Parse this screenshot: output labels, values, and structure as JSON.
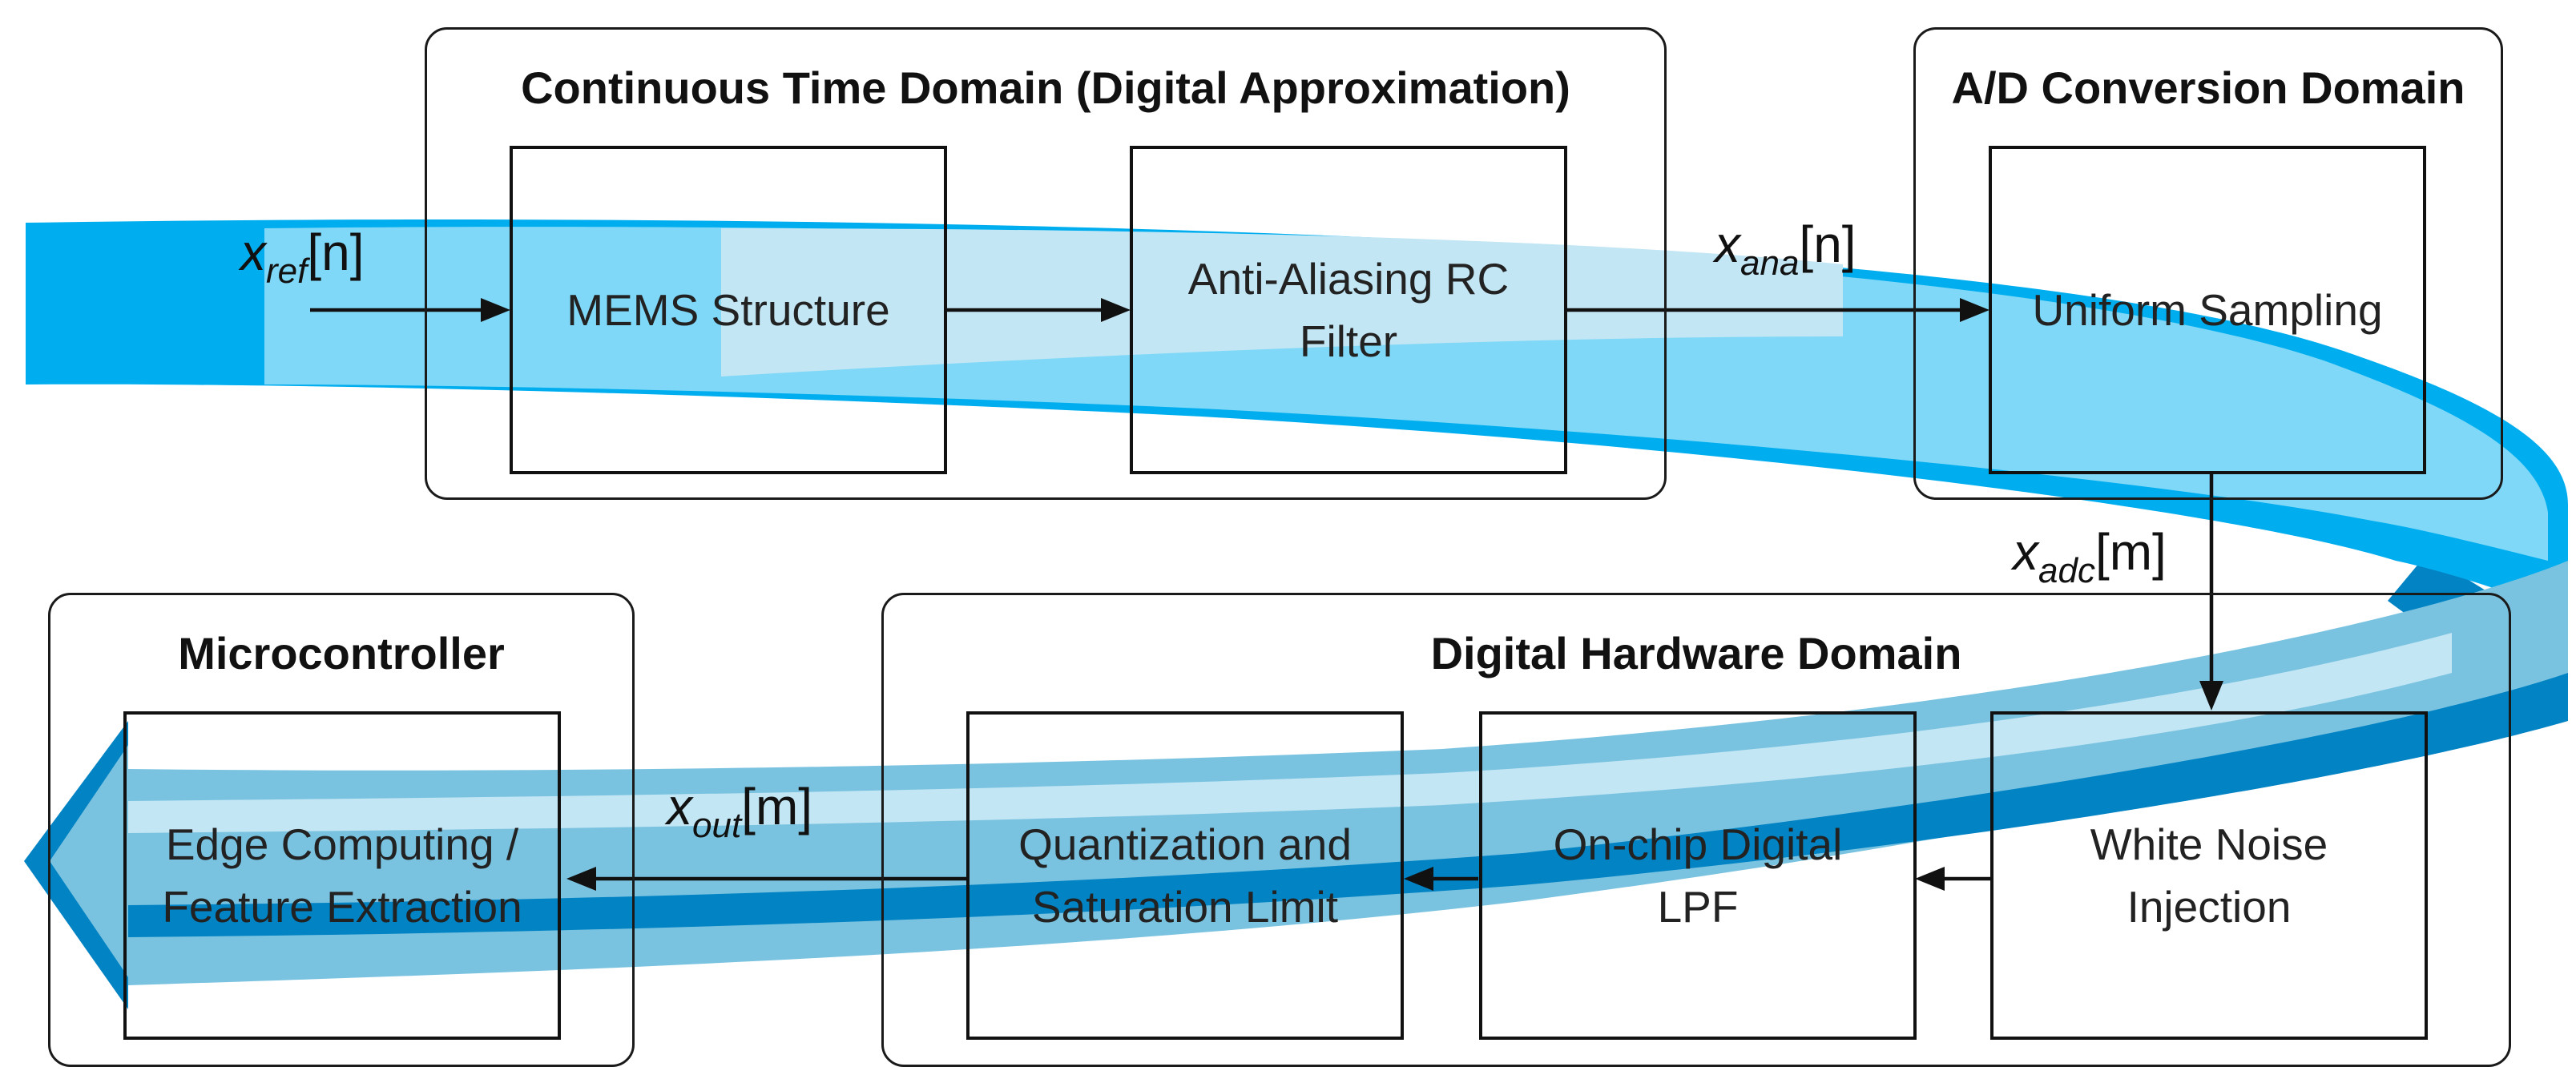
{
  "domains": {
    "continuous": "Continuous Time Domain (Digital Approximation)",
    "adc": "A/D Conversion Domain",
    "digital": "Digital Hardware Domain",
    "micro": "Microcontroller"
  },
  "blocks": {
    "mems": "MEMS Structure",
    "aa_filter": "Anti-Aliasing RC Filter",
    "sampling": "Uniform Sampling",
    "noise": "White Noise Injection",
    "lpf": "On-chip Digital LPF",
    "quant": "Quantization and Saturation Limit",
    "edge": "Edge Computing / Feature Extraction"
  },
  "signals": {
    "ref": {
      "var": "x",
      "sub": "ref",
      "arg": "[n]"
    },
    "ana": {
      "var": "x",
      "sub": "ana",
      "arg": "[n]"
    },
    "adc": {
      "var": "x",
      "sub": "adc",
      "arg": "[m]"
    },
    "out": {
      "var": "x",
      "sub": "out",
      "arg": "[m]"
    }
  },
  "colors": {
    "ribbon_light": "#7fd8f7",
    "ribbon_mid": "#00aeef",
    "ribbon_back": "#0283c4",
    "ribbon_lower": "#7ac3e0",
    "ribbon_inner": "#c3e6f4",
    "line": "#111111"
  }
}
